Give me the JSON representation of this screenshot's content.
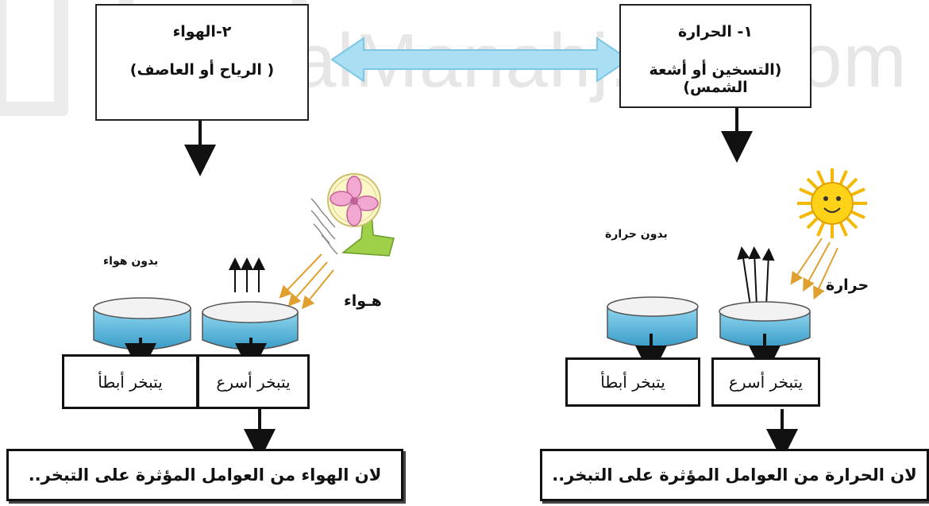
{
  "watermark": {
    "text": "alManahj.com/om"
  },
  "factors": {
    "heat": {
      "title": "١- الحرارة",
      "subtitle": "(التسخين أو أشعة الشمس)"
    },
    "air": {
      "title": "٢-الهواء",
      "subtitle": "( الرياح أو العاصف)"
    }
  },
  "heat_panel": {
    "with_label": "حرارة",
    "without_label": "بدون حرارة",
    "faster": "يتبخر أسرع",
    "slower": "يتبخر أبطأ",
    "conclusion": "لان الحرارة من العوامل المؤثرة على التبخر.."
  },
  "air_panel": {
    "with_label": "هـواء",
    "without_label": "بدون هواء",
    "faster": "يتبخر أسرع",
    "slower": "يتبخر أبطأ",
    "conclusion": "لان الهواء من العوامل المؤثرة على التبخر.."
  },
  "colors": {
    "water": "#6cc4e4",
    "water_dark": "#3a9cc8",
    "double_arrow": "#a9def3",
    "sun": "#f5b800",
    "fan": "#f2a8d0",
    "fan_stand": "#9ed04a",
    "ray": "#e0a030"
  }
}
